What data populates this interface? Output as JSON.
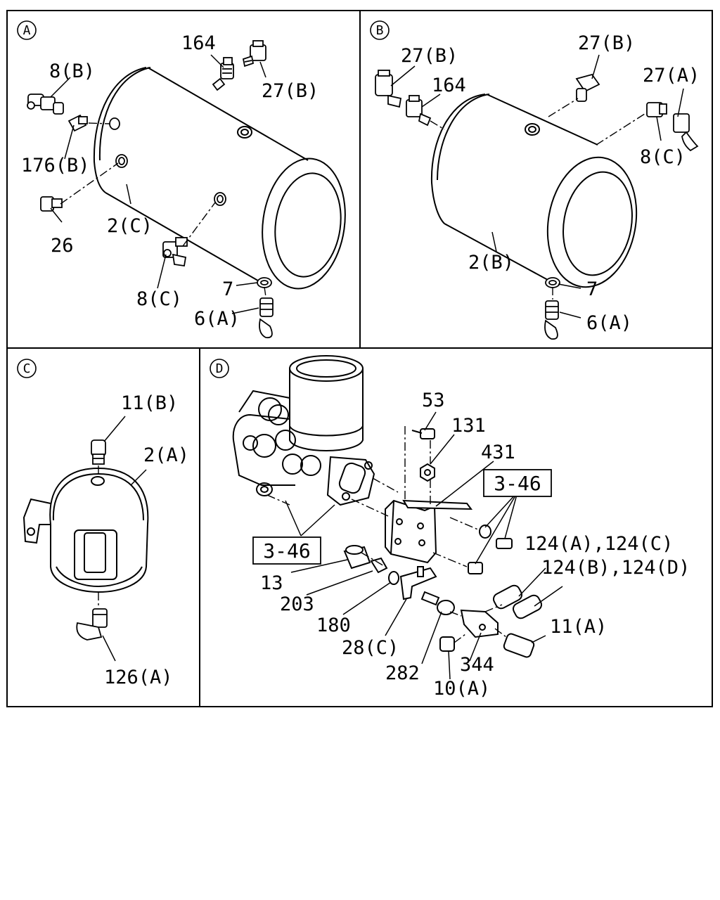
{
  "panels": {
    "a": {
      "id": "A",
      "labels": {
        "p164": "164",
        "p8b": "8(B)",
        "p27b": "27(B)",
        "p176b": "176(B)",
        "p26": "26",
        "p2c": "2(C)",
        "p8c": "8(C)",
        "p7": "7",
        "p6a": "6(A)"
      }
    },
    "b": {
      "id": "B",
      "labels": {
        "p27b_left": "27(B)",
        "p164": "164",
        "p27b_top": "27(B)",
        "p27a": "27(A)",
        "p8c": "8(C)",
        "p2b": "2(B)",
        "p7": "7",
        "p6a": "6(A)"
      }
    },
    "c": {
      "id": "C",
      "labels": {
        "p11b": "11(B)",
        "p2a": "2(A)",
        "p126a": "126(A)"
      }
    },
    "d": {
      "id": "D",
      "labels": {
        "p53": "53",
        "p131": "131",
        "p431": "431",
        "ref_right": "3-46",
        "ref_left": "3-46",
        "p124ac": "124(A),124(C)",
        "p124bd": "124(B),124(D)",
        "p13": "13",
        "p203": "203",
        "p180": "180",
        "p28c": "28(C)",
        "p282": "282",
        "p11a": "11(A)",
        "p344": "344",
        "p10a": "10(A)"
      }
    }
  }
}
